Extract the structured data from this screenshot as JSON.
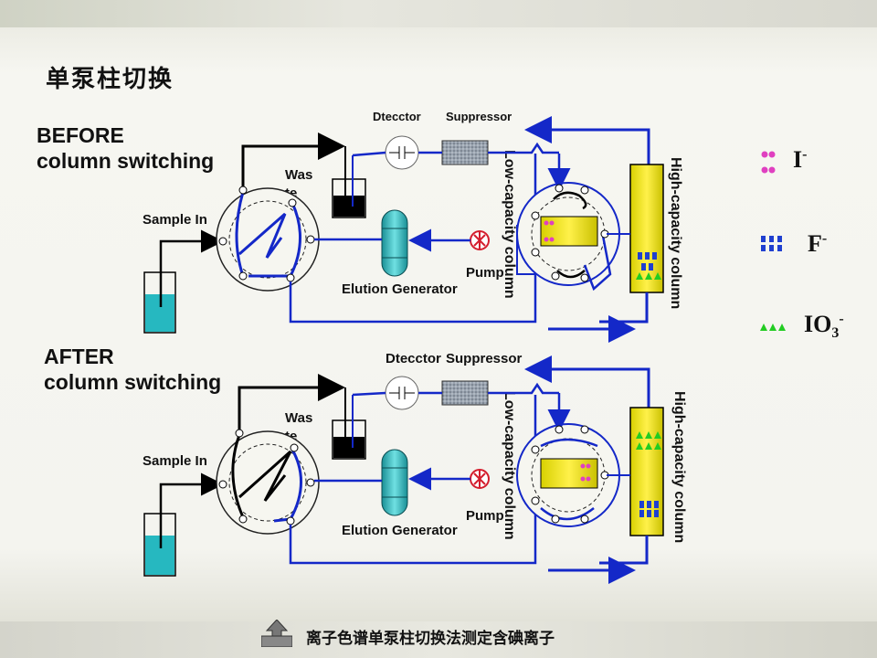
{
  "title": "单泵柱切换",
  "before": {
    "heading_line1": "BEFORE",
    "heading_line2": "column switching",
    "detector": "Dtecctor",
    "suppressor": "Suppressor",
    "waste_line1": "Was",
    "waste_line2": "te",
    "sample_in": "Sample In",
    "pump": "Pump",
    "elution_generator": "Elution Generator",
    "low_capacity": "Low-capacity column",
    "high_capacity": "High-capacity column"
  },
  "after": {
    "heading_line1": "AFTER",
    "heading_line2": "column switching",
    "detector": "Dtecctor",
    "suppressor": "Suppressor",
    "waste_line1": "Was",
    "waste_line2": "te",
    "sample_in": "Sample In",
    "pump": "Pump",
    "elution_generator": "Elution Generator",
    "low_capacity": "Low-capacity column",
    "high_capacity": "High-capacity column"
  },
  "legend": [
    {
      "ion": "I",
      "charge": "-",
      "color": "#e040c0"
    },
    {
      "ion": "F",
      "charge": "-",
      "color": "#1f3fd0"
    },
    {
      "ion": "IO",
      "sub": "3",
      "charge": "-",
      "color": "#22cc22"
    }
  ],
  "footer": "离子色谱单泵柱切换法测定含碘离子",
  "colors": {
    "line": "#1428c8",
    "black": "#000000",
    "column": "#f2ea00",
    "teal": "#2bb5b8"
  }
}
